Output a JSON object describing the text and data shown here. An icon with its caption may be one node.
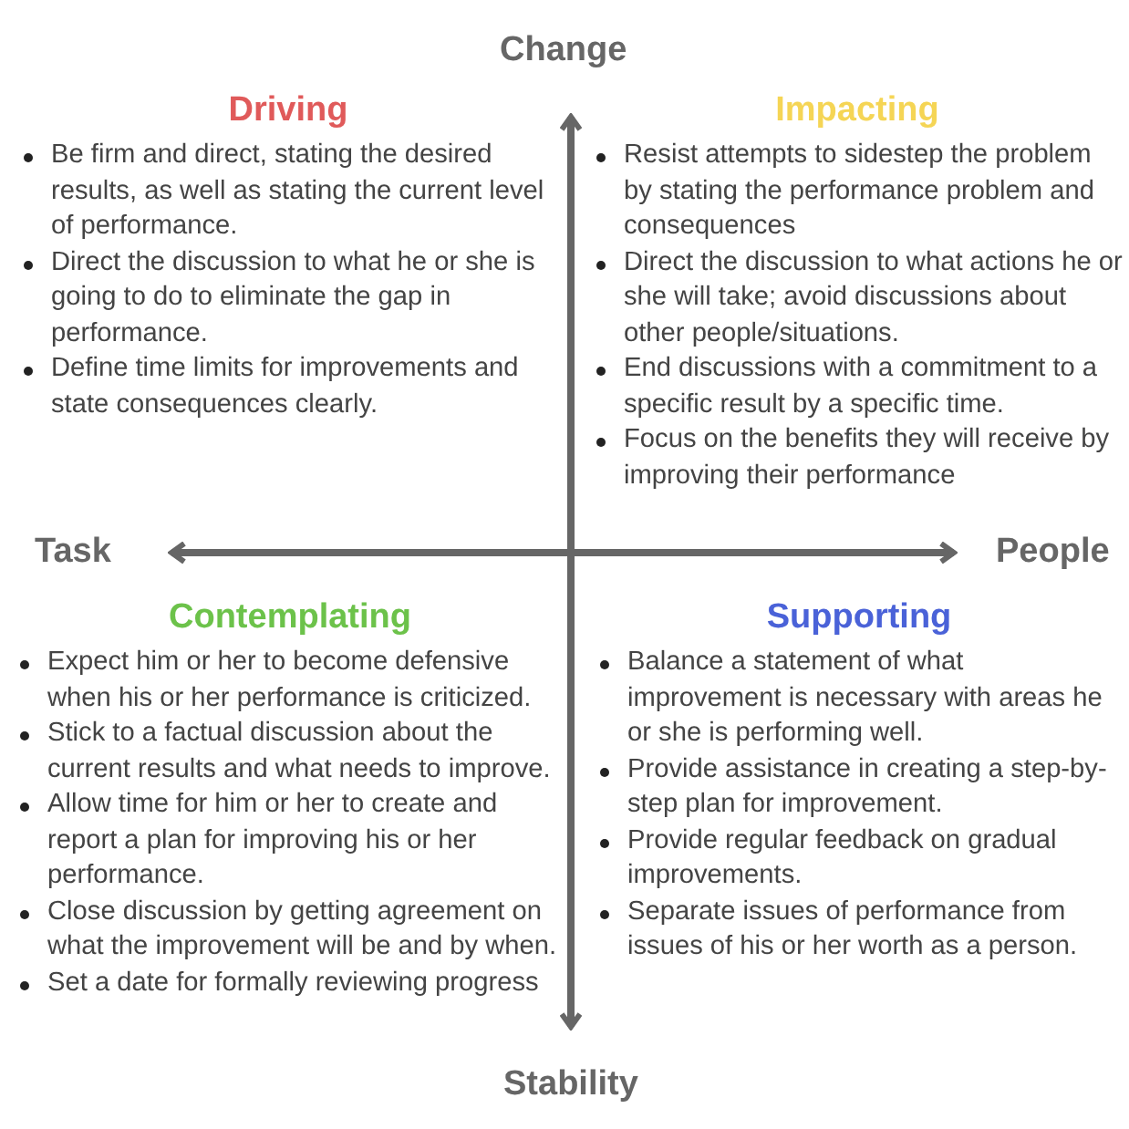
{
  "diagram": {
    "labels": [
      "Change",
      "Driving",
      "Be firm and direct, stating the desired results, as well as stating the current level of performance.",
      "Direct the discussion to what he or she is going to do to eliminate the gap in performance.",
      "Define time limits for improvements and state consequences clearly.",
      "Impacting",
      "Resist attempts to sidestep the problem by stating the performance problem and consequences",
      "Direct the discussion to what actions he or she will take; avoid discussions about other people/situations.",
      "End discussions with a commitment to a specific result by a specific time.",
      "Focus on the benefits they will receive by improving their performance",
      "Task",
      "People",
      "Contemplating",
      "Expect him or her to become defensive when his or her performance is criticized.",
      "Stick to a factual discussion about the current results and what needs to improve.",
      "Allow time for him or her to create and report a plan for improving his or her performance.",
      "Close discussion by getting agreement on what the improvement will be and by when.",
      "Set a date for formally reviewing progress",
      "Supporting",
      "Balance a statement of what improvement is necessary with areas he or she is performing well.",
      "Provide assistance in creating a step-by-step plan for improvement.",
      "Provide regular feedback on gradual improvements.",
      "Separate issues of performance from issues of his or her worth as a person.",
      "Stability"
    ]
  }
}
